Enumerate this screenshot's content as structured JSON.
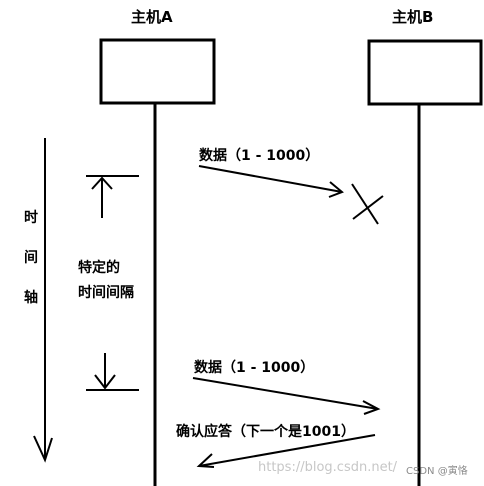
{
  "host_a": {
    "title": "主机A"
  },
  "host_b": {
    "title": "主机B"
  },
  "time_axis": {
    "label": "时间轴",
    "chars": [
      "时",
      "间",
      "轴"
    ]
  },
  "interval": {
    "line1": "特定的",
    "line2": "时间间隔"
  },
  "messages": {
    "first_send": "数据（1 - 1000）",
    "second_send": "数据（1 - 1000）",
    "ack": "确认应答（下一个是1001）"
  },
  "watermark": {
    "url": "https://blog.csdn.net/",
    "credit": "CSDN @寅恪"
  }
}
